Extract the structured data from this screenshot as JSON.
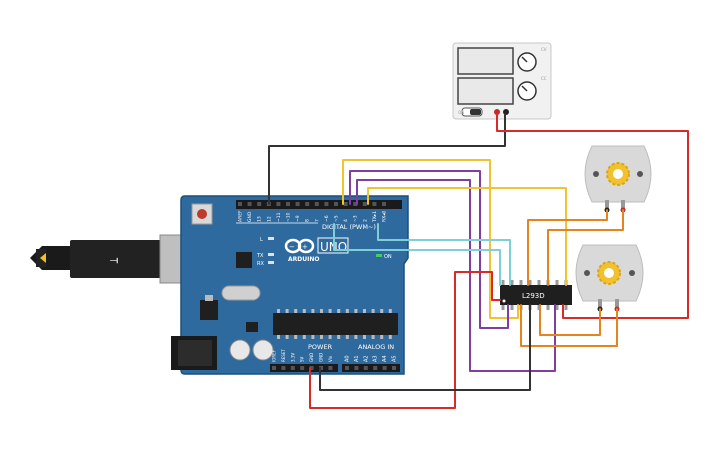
{
  "board": {
    "model": "UNO",
    "brand": "ARDUINO",
    "digital_header_label": "DIGITAL (PWM~)",
    "power_label": "POWER",
    "analog_label": "ANALOG IN",
    "top_pin_labels": [
      "AREF",
      "GND",
      "13",
      "12",
      "~11",
      "~10",
      "~9",
      "8",
      "7",
      "~6",
      "~5",
      "4",
      "~3",
      "2",
      "TX▸1",
      "RX◂0"
    ],
    "power_pin_labels": [
      "IOREF",
      "RESET",
      "3.3V",
      "5V",
      "GND",
      "GND",
      "Vin"
    ],
    "analog_pin_labels": [
      "A0",
      "A1",
      "A2",
      "A3",
      "A4",
      "A5"
    ],
    "led_labels": [
      "L",
      "TX",
      "RX"
    ],
    "onoff_label": "ON"
  },
  "driver_chip": {
    "label": "L293D"
  },
  "power_supply": {
    "channel_labels": [
      "CV",
      "CC"
    ],
    "button_label": "ON"
  },
  "colors": {
    "board": "#2f6a9f",
    "board_edge": "#1d4f7c",
    "wire_black": "#333333",
    "wire_red": "#d92a2a",
    "wire_yellow": "#f1c232",
    "wire_purple": "#7e3fa1",
    "wire_cyan": "#7ecfd6",
    "wire_orange": "#e5831f",
    "motor_body": "#d8d8d8",
    "motor_gear": "#f2c12e"
  }
}
